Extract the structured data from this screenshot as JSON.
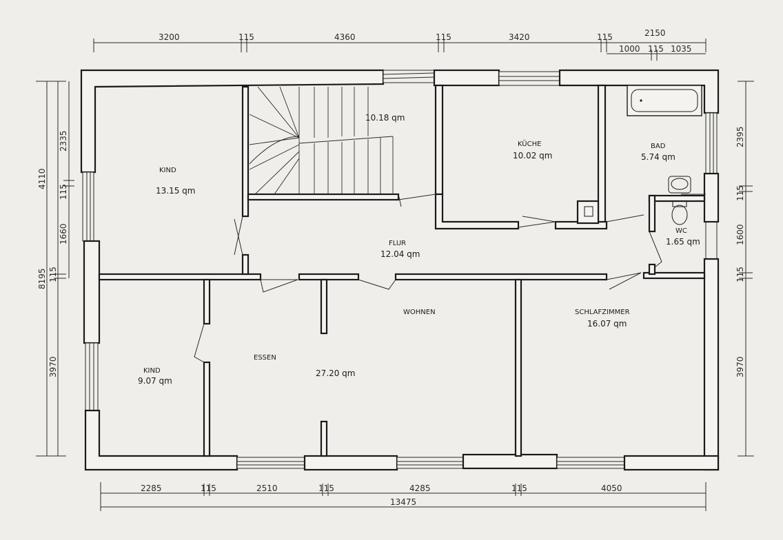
{
  "dimensions": {
    "top": [
      "3200",
      "115",
      "4360",
      "115",
      "3420",
      "115",
      "2150"
    ],
    "top_sub": [
      "1000",
      "115",
      "1035"
    ],
    "bottom": [
      "2285",
      "115",
      "2510",
      "115",
      "4285",
      "115",
      "4050"
    ],
    "bottom_total": "13475",
    "left_outer": [
      "8195"
    ],
    "left_mid": [
      "4110",
      "115",
      "3970"
    ],
    "left_inner": [
      "2335",
      "115",
      "1660",
      "115"
    ],
    "right": [
      "2395",
      "115",
      "1600",
      "115",
      "3970"
    ]
  },
  "rooms": {
    "kind1": {
      "name": "KIND",
      "area": "13.15 qm"
    },
    "stair": {
      "area": "10.18 qm"
    },
    "kueche": {
      "name": "KÜCHE",
      "area": "10.02 qm"
    },
    "bad": {
      "name": "BAD",
      "area": "5.74 qm"
    },
    "wc": {
      "name": "WC",
      "area": "1.65 qm"
    },
    "flur": {
      "name": "FLUR",
      "area": "12.04 qm"
    },
    "wohnen": {
      "name": "WOHNEN"
    },
    "essen": {
      "name": "ESSEN",
      "area": "27.20 qm"
    },
    "kind2": {
      "name": "KIND",
      "area": "9.07 qm"
    },
    "schlaf": {
      "name": "SCHLAFZIMMER",
      "area": "16.07 qm"
    }
  }
}
